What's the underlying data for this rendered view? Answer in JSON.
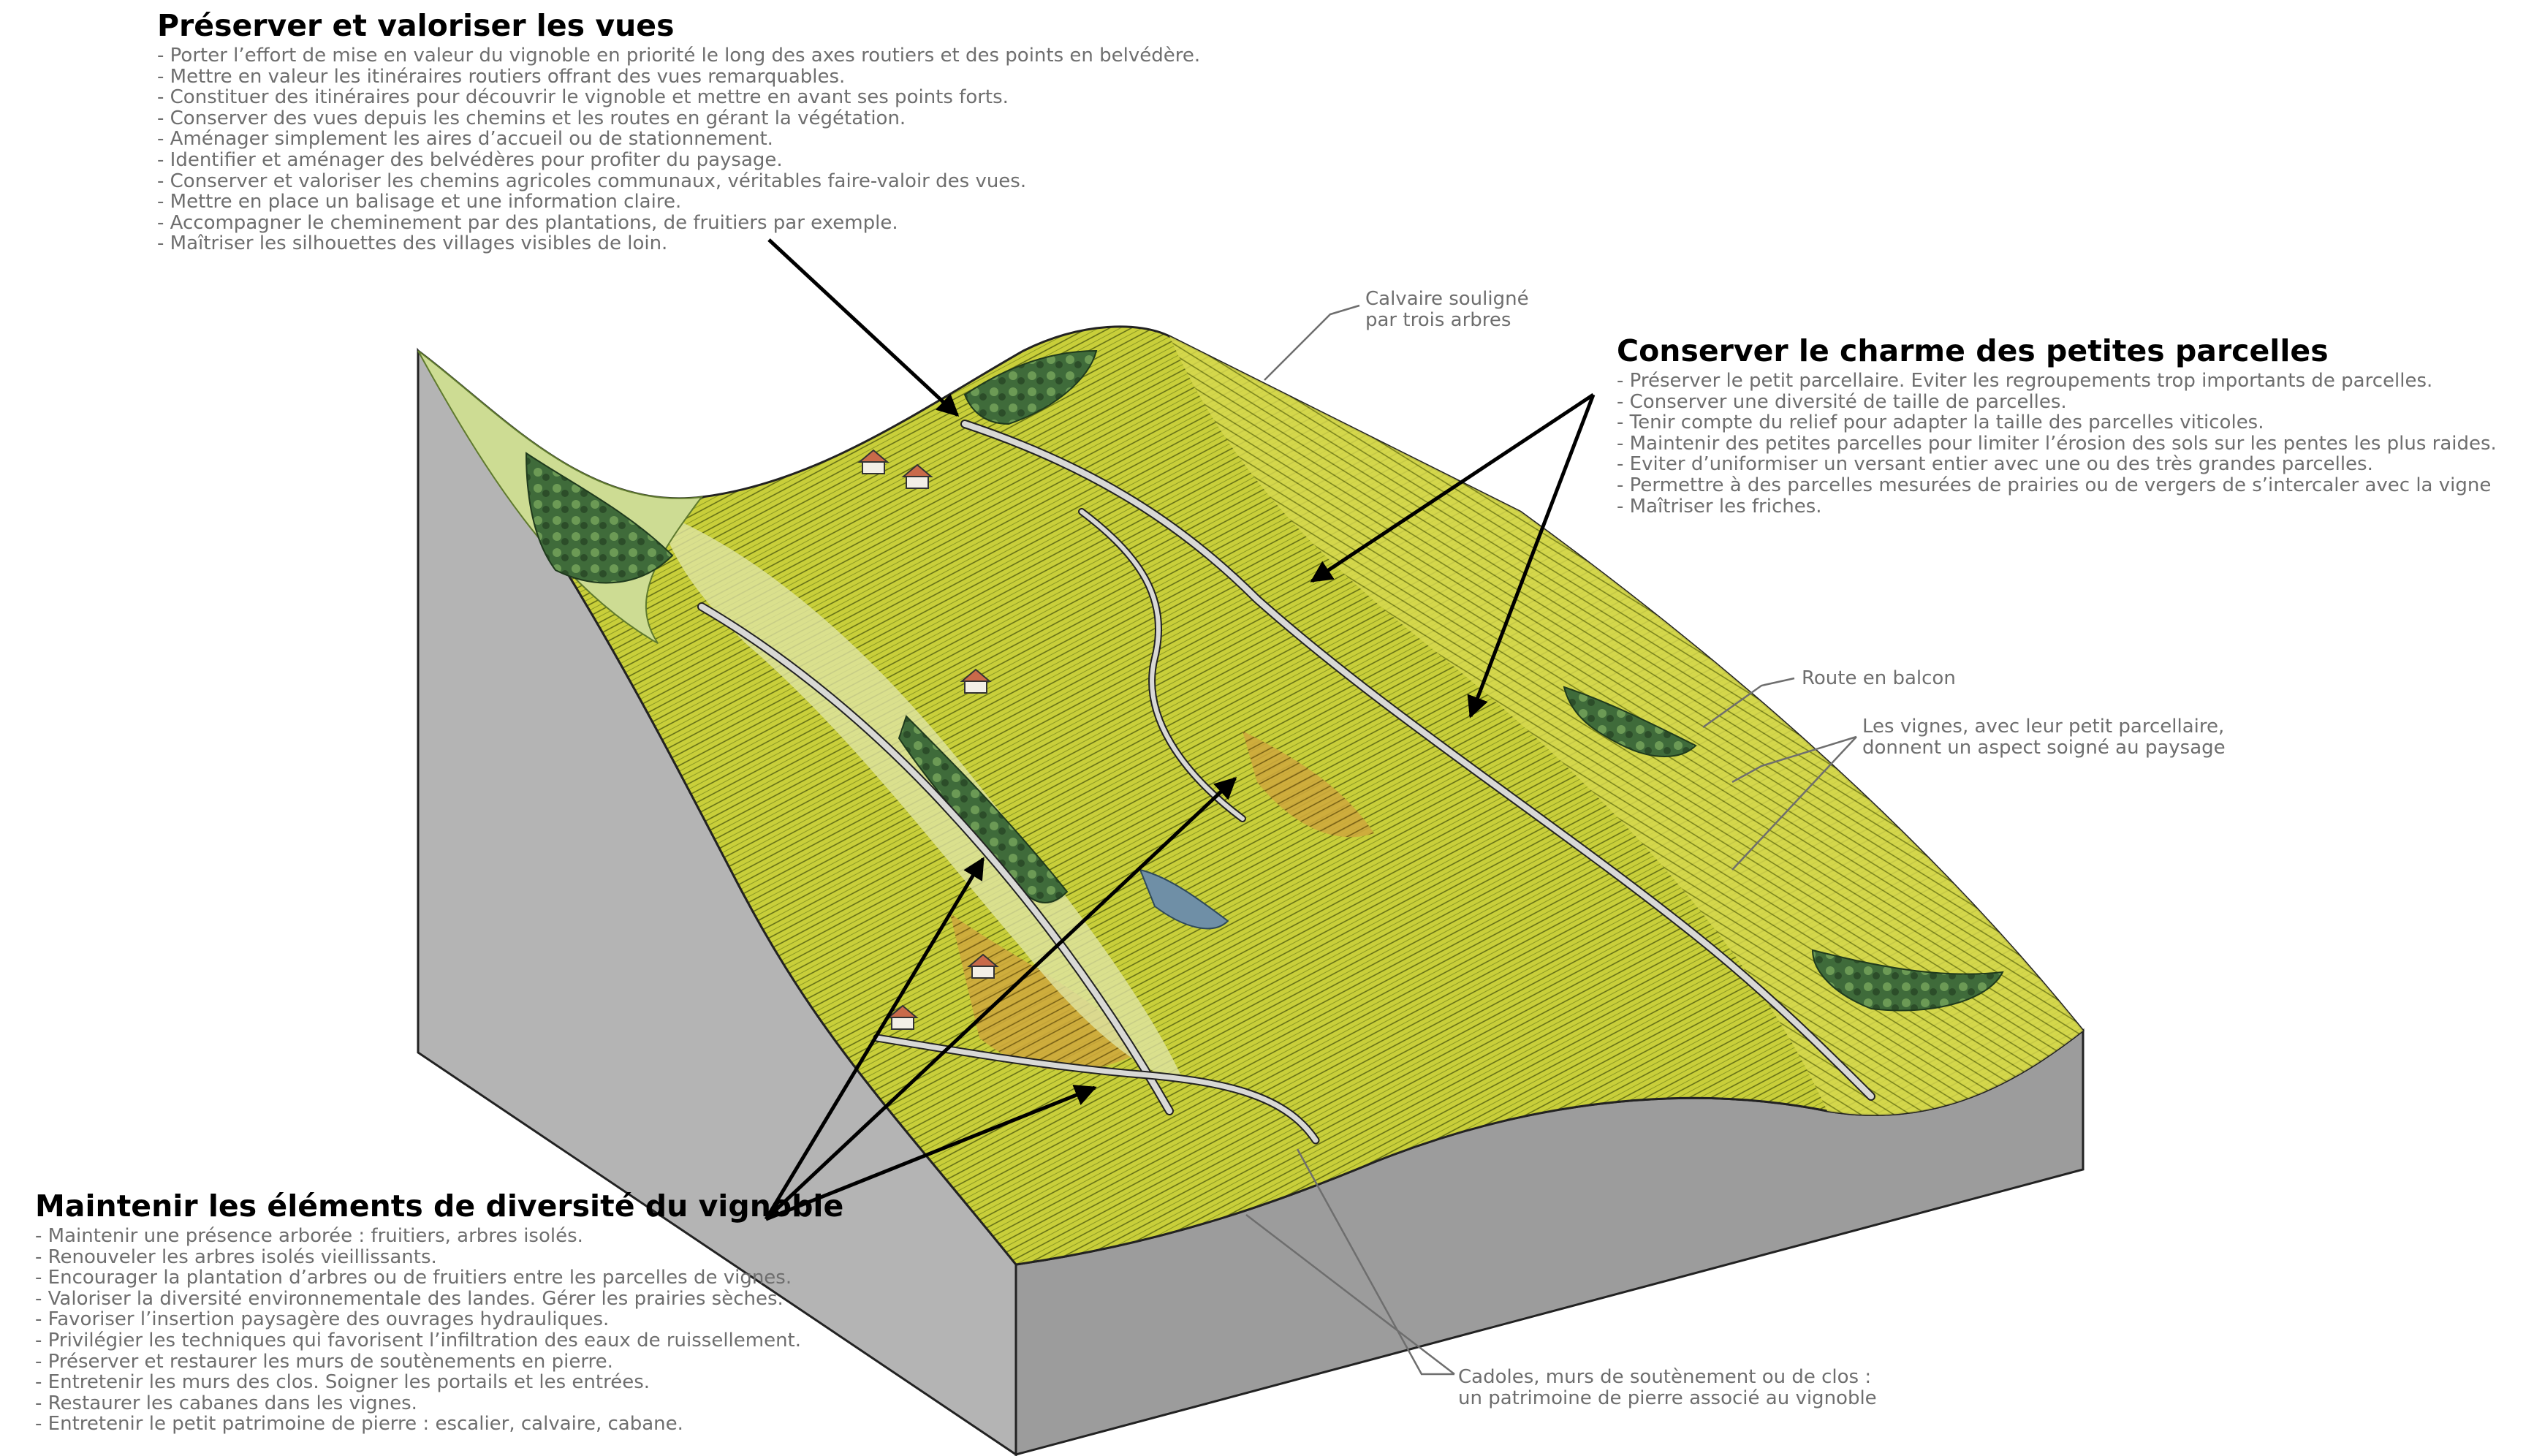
{
  "sections": {
    "vues": {
      "title": "Préserver et valoriser les vues",
      "items": [
        "Porter l’effort de mise en valeur du vignoble en priorité le long des axes routiers et des points en belvédère.",
        "Mettre en valeur les itinéraires routiers offrant des vues remarquables.",
        "Constituer des itinéraires pour découvrir le vignoble et mettre en avant ses points forts.",
        "Conserver des vues depuis les chemins et les routes en gérant la végétation.",
        "Aménager simplement les aires d’accueil ou de stationnement.",
        "Identifier et aménager des belvédères pour profiter du paysage.",
        "Conserver et valoriser les chemins agricoles communaux, véritables faire-valoir des vues.",
        "Mettre en place un balisage et une information claire.",
        "Accompagner le cheminement par des plantations, de fruitiers par exemple.",
        "Maîtriser les silhouettes des villages visibles de loin."
      ]
    },
    "charme": {
      "title": "Conserver le charme des petites parcelles",
      "items": [
        "Préserver le petit parcellaire. Eviter les regroupements trop importants de parcelles.",
        "Conserver une diversité de taille de parcelles.",
        "Tenir compte du relief pour adapter la taille des parcelles viticoles.",
        "Maintenir des petites parcelles pour limiter l’érosion des sols sur les pentes les plus raides.",
        "Eviter d’uniformiser un versant entier avec une ou des très grandes parcelles.",
        "Permettre à des parcelles mesurées de prairies ou de vergers de s’intercaler avec la vigne",
        "Maîtriser les friches."
      ]
    },
    "diversite": {
      "title": "Maintenir les éléments de diversité du vignoble",
      "items": [
        "Maintenir une présence arborée : fruitiers, arbres isolés.",
        "Renouveler les arbres isolés vieillissants.",
        "Encourager la plantation d’arbres ou de fruitiers entre les parcelles de vignes.",
        "Valoriser la diversité environnementale des landes. Gérer les prairies sèches.",
        "Favoriser l’insertion paysagère des ouvrages hydrauliques.",
        "Privilégier les techniques qui favorisent l’infiltration des eaux de ruissellement.",
        "Préserver et restaurer les murs de soutènements en pierre.",
        "Entretenir les murs des clos. Soigner les portails et les entrées.",
        "Restaurer les cabanes dans les vignes.",
        "Entretenir le petit patrimoine de pierre : escalier, calvaire, cabane."
      ]
    }
  },
  "labels": {
    "calvaire": [
      "Calvaire souligné",
      "par trois arbres"
    ],
    "route_balcon": "Route en balcon",
    "vignes": [
      "Les vignes, avec leur petit parcellaire,",
      "donnent un aspect soigné au paysage"
    ],
    "cadoles": [
      "Cadoles, murs de soutènement ou de clos :",
      "un patrimoine de pierre associé au vignoble"
    ]
  },
  "colors": {
    "vineyard": "#c9cf3a",
    "vineyard_light": "#e2e27a",
    "vineyard_ochre": "#cfa93c",
    "forest": "#3f6b3a",
    "road": "#d9d9d6",
    "block_side": "#b4b4b4",
    "text_grey": "#6e6e6e"
  }
}
